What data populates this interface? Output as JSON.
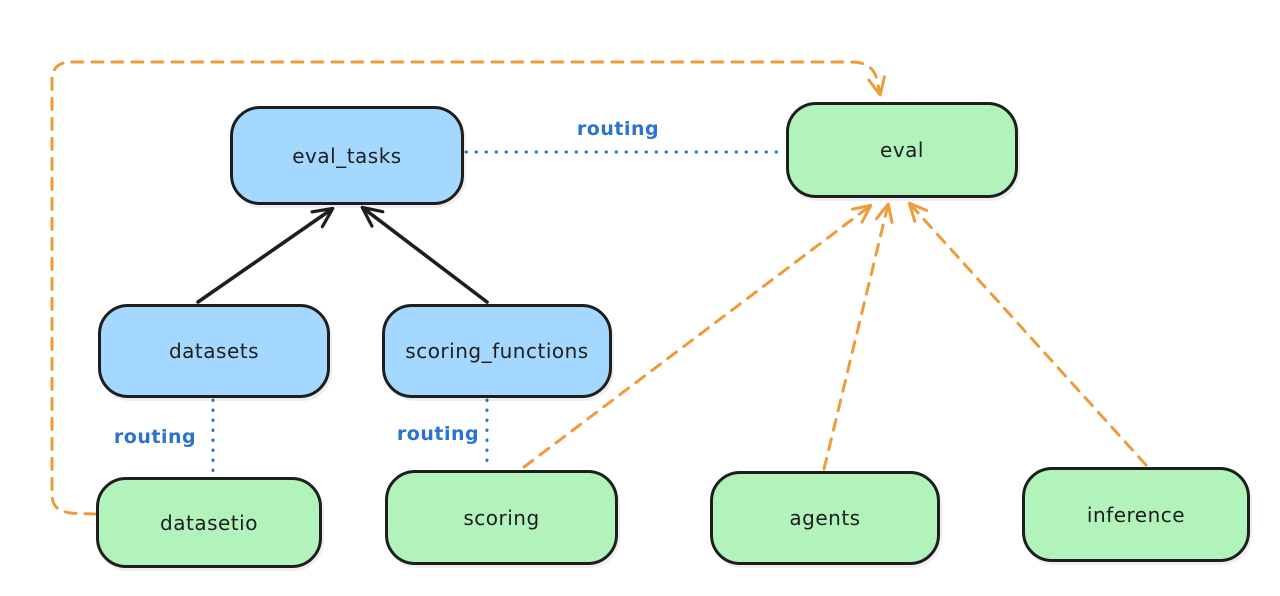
{
  "diagram": {
    "kind": "architecture-diagram",
    "nodes": {
      "eval_tasks": {
        "label": "eval_tasks",
        "color": "blue"
      },
      "eval": {
        "label": "eval",
        "color": "green"
      },
      "datasets": {
        "label": "datasets",
        "color": "blue"
      },
      "scoring_functions": {
        "label": "scoring_functions",
        "color": "blue"
      },
      "datasetio": {
        "label": "datasetio",
        "color": "green"
      },
      "scoring": {
        "label": "scoring",
        "color": "green"
      },
      "agents": {
        "label": "agents",
        "color": "green"
      },
      "inference": {
        "label": "inference",
        "color": "green"
      }
    },
    "connections": [
      {
        "from": "datasets",
        "to": "eval_tasks",
        "style": "solid-arrow",
        "color": "black",
        "label": ""
      },
      {
        "from": "scoring_functions",
        "to": "eval_tasks",
        "style": "solid-arrow",
        "color": "black",
        "label": ""
      },
      {
        "from": "eval_tasks",
        "to": "eval",
        "style": "dotted",
        "color": "blue",
        "label": "routing"
      },
      {
        "from": "datasets",
        "to": "datasetio",
        "style": "dotted",
        "color": "blue",
        "label": "routing"
      },
      {
        "from": "scoring_functions",
        "to": "scoring",
        "style": "dotted",
        "color": "blue",
        "label": "routing"
      },
      {
        "from": "datasetio",
        "to": "eval",
        "style": "dashed-arrow",
        "color": "orange",
        "label": ""
      },
      {
        "from": "scoring",
        "to": "eval",
        "style": "dashed-arrow",
        "color": "orange",
        "label": ""
      },
      {
        "from": "agents",
        "to": "eval",
        "style": "dashed-arrow",
        "color": "orange",
        "label": ""
      },
      {
        "from": "inference",
        "to": "eval",
        "style": "dashed-arrow",
        "color": "orange",
        "label": ""
      }
    ],
    "colors": {
      "blue_fill": "#a5d8ff",
      "green_fill": "#b2f2bb",
      "stroke": "#1e1e1e",
      "orange_line": "#ee9b3a",
      "blue_line": "#2a74cc"
    }
  }
}
